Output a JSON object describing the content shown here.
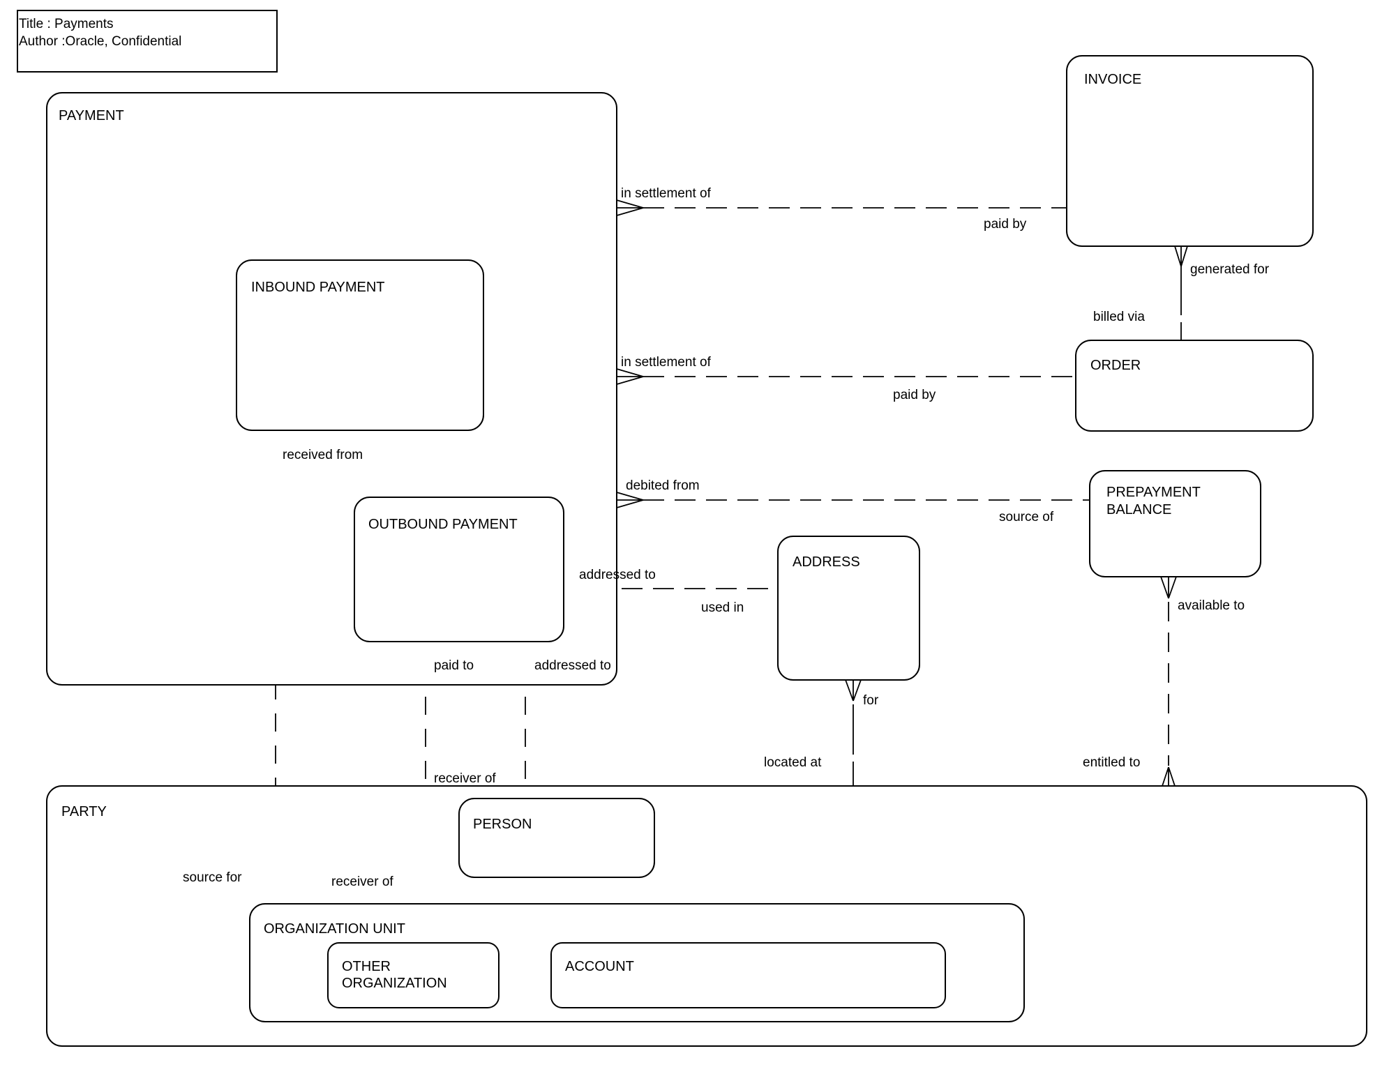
{
  "colors": {
    "ink": "#000000",
    "background": "#ffffff"
  },
  "title_box": {
    "title": "Title : Payments",
    "author": "Author :Oracle, Confidential"
  },
  "entities": {
    "payment": {
      "label": "PAYMENT"
    },
    "inbound_payment": {
      "label": "INBOUND PAYMENT"
    },
    "outbound_payment": {
      "label": "OUTBOUND PAYMENT"
    },
    "invoice": {
      "label": "INVOICE"
    },
    "order": {
      "label": "ORDER"
    },
    "prepayment_balance": {
      "lines": [
        "PREPAYMENT",
        "BALANCE"
      ]
    },
    "address": {
      "label": "ADDRESS"
    },
    "party": {
      "label": "PARTY"
    },
    "person": {
      "label": "PERSON"
    },
    "organization_unit": {
      "label": "ORGANIZATION UNIT"
    },
    "other_organization": {
      "lines": [
        "OTHER",
        "ORGANIZATION"
      ]
    },
    "account": {
      "label": "ACCOUNT"
    }
  },
  "relationships": {
    "in_settlement_of_invoice": "in settlement of",
    "paid_by_invoice": "paid by",
    "generated_for": "generated for",
    "billed_via": "billed via",
    "in_settlement_of_order": "in settlement of",
    "paid_by_order": "paid by",
    "debited_from": "debited from",
    "source_of": "source of",
    "addressed_to_address": "addressed to",
    "used_in": "used in",
    "received_from": "received from",
    "paid_to": "paid to",
    "addressed_to_person": "addressed to",
    "for": "for",
    "located_at": "located at",
    "available_to": "available to",
    "entitled_to": "entitled to",
    "source_for": "source for",
    "receiver_of_person": "receiver of",
    "receiver_of_org": "receiver of"
  }
}
